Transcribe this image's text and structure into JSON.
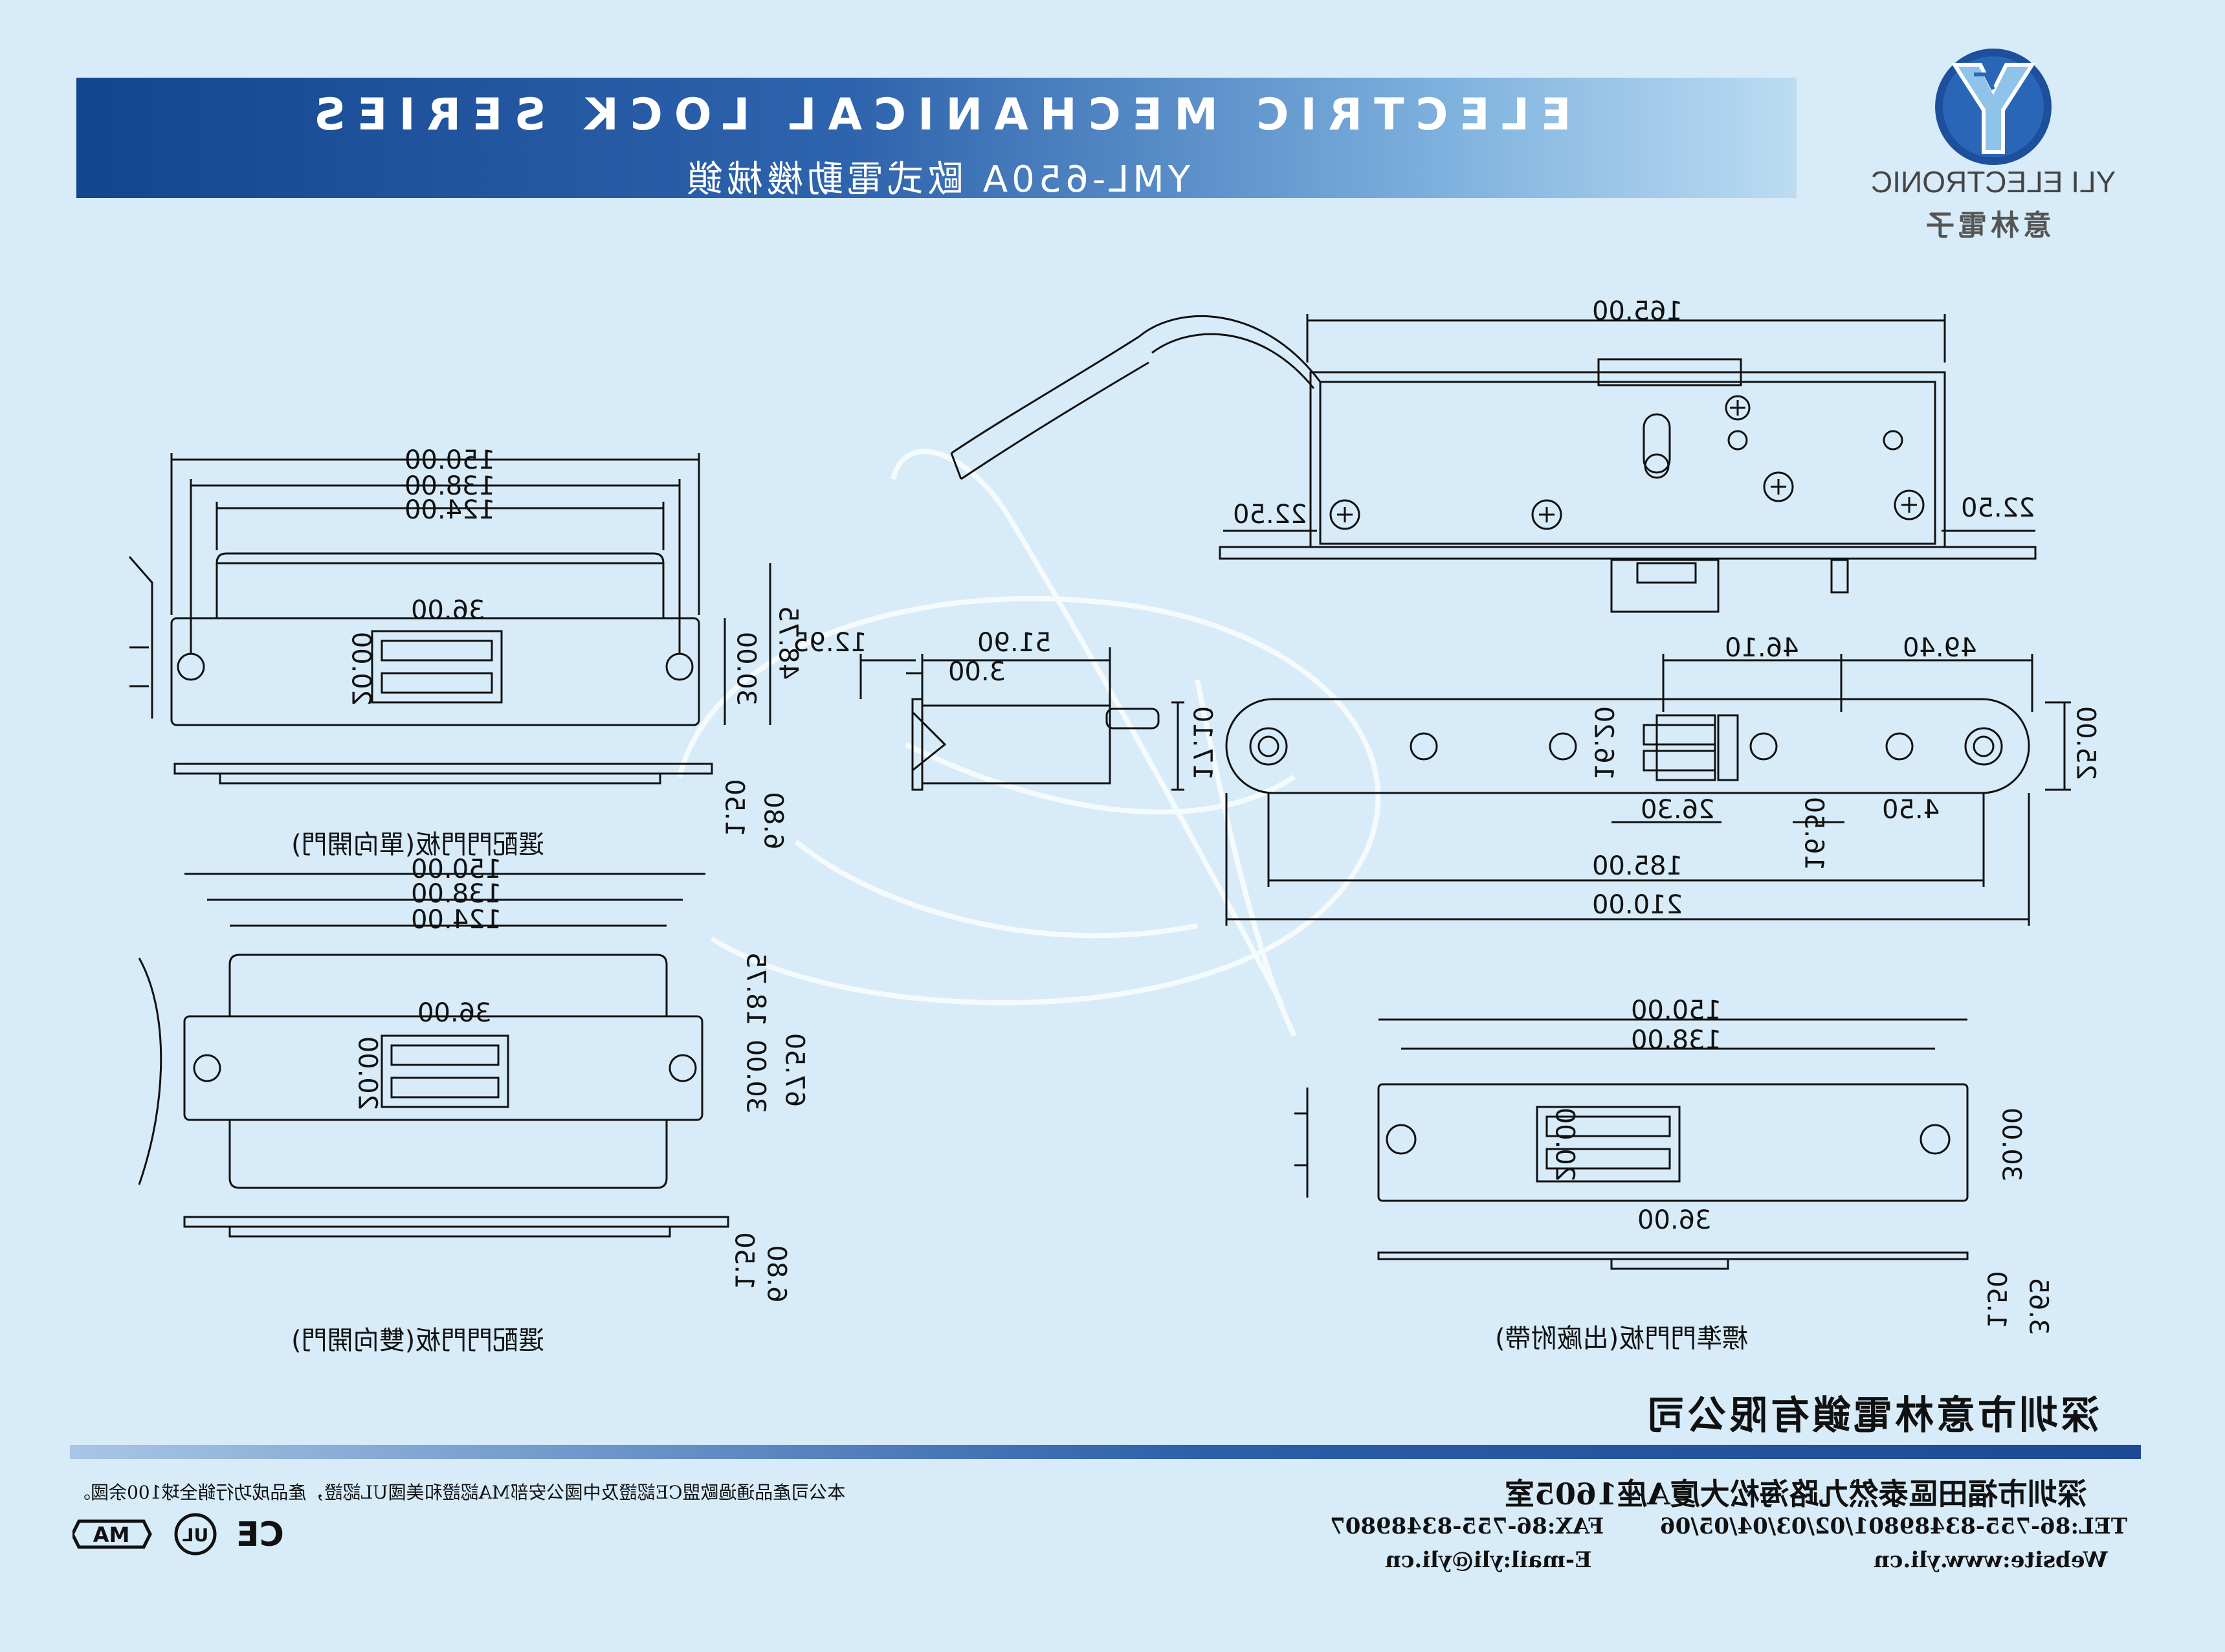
{
  "header": {
    "title": "ELECTRIC MECHANICAL LOCK SERIES",
    "subtitle": "YML-650A 歐式電動機械鎖"
  },
  "logo": {
    "brand": "YLI ELECTRONIC",
    "chinese": "意林電子",
    "colors": {
      "ring": "#1d4f9c",
      "letter": "#8fc3ea"
    }
  },
  "dimensions": {
    "lock_body": {
      "length": "165.00",
      "flange_left": "22.50",
      "flange_right": "22.50"
    },
    "side_view": {
      "a": "51.90",
      "b": "12.95",
      "c": "3.00",
      "height": "17.10"
    },
    "faceplate": {
      "d1": "46.10",
      "d2": "49.40",
      "height": "25.00",
      "slot_h": "16.20",
      "slot_w": "26.30",
      "bolt_w": "4.50",
      "bolt_h": "16.50",
      "hole_span": "185.00",
      "length": "210.00"
    },
    "strike_single": {
      "w1": "150.00",
      "w2": "138.00",
      "w3": "124.00",
      "slot_w": "36.00",
      "slot_h": "20.00",
      "h1": "30.00",
      "h2": "48.75",
      "t1": "1.50",
      "t2": "6.80"
    },
    "strike_double": {
      "w1": "150.00",
      "w2": "138.00",
      "w3": "124.00",
      "slot_w": "36.00",
      "slot_h": "20.00",
      "h1": "18.75",
      "h2": "30.00",
      "h3": "67.50",
      "t1": "1.50",
      "t2": "6.80"
    },
    "strike_standard": {
      "w1": "150.00",
      "w2": "138.00",
      "slot_w": "36.00",
      "slot_h": "20.00",
      "h1": "30.00",
      "t1": "1.50",
      "t2": "3.65"
    }
  },
  "captions": {
    "single": "選配門門板(單向開門)",
    "double": "選配門門板(雙向開門)",
    "standard": "標準門門板(出廠附帶)"
  },
  "footer": {
    "company": "深圳市意林電鎖有限公司",
    "address": "深圳市福田區泰然九路海松大廈A座1605室",
    "tel": "TEL:86-755-83489801/02/03/04/05/06",
    "fax": "FAX:86-755-83489807",
    "website": "Website:www.yli.cn",
    "email": "E-mail:yli@yli.cn",
    "certification": "本公司產品通過歐盟CE認證及中國公安部MA認證和美國UL認證，產品成功行銷全球100余國。",
    "cert_marks": [
      "CE",
      "UL",
      "MA"
    ]
  }
}
